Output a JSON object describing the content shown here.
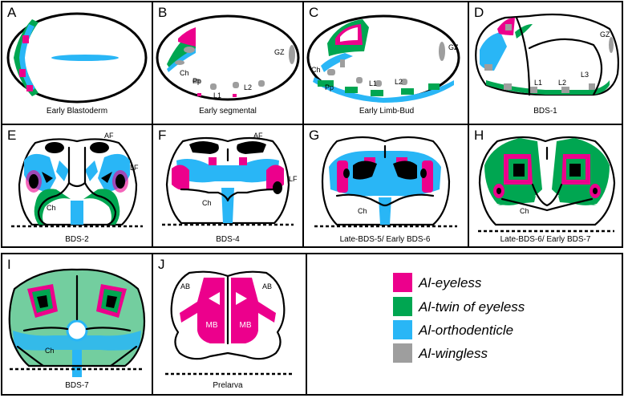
{
  "panels": [
    {
      "letter": "A",
      "caption": "Early Blastoderm"
    },
    {
      "letter": "B",
      "caption": "Early segmental",
      "labels": [
        "GZ",
        "Ch",
        "Pp",
        "L1",
        "L2"
      ]
    },
    {
      "letter": "C",
      "caption": "Early Limb-Bud",
      "labels": [
        "GZ",
        "Ch",
        "Pp",
        "L1",
        "L2"
      ]
    },
    {
      "letter": "D",
      "caption": "BDS-1",
      "labels": [
        "GZ",
        "L1",
        "L2",
        "L3"
      ]
    },
    {
      "letter": "E",
      "caption": "BDS-2",
      "labels": [
        "AF",
        "LF",
        "Ch"
      ]
    },
    {
      "letter": "F",
      "caption": "BDS-4",
      "labels": [
        "AF",
        "LF",
        "Ch"
      ]
    },
    {
      "letter": "G",
      "caption": "Late-BDS-5/ Early BDS-6",
      "labels": [
        "Ch"
      ]
    },
    {
      "letter": "H",
      "caption": "Late-BDS-6/ Early BDS-7",
      "labels": [
        "Ch"
      ]
    },
    {
      "letter": "I",
      "caption": "BDS-7",
      "labels": [
        "Ch"
      ]
    },
    {
      "letter": "J",
      "caption": "Prelarva",
      "labels": [
        "AB",
        "AB",
        "MB",
        "MB"
      ]
    }
  ],
  "legend": [
    {
      "label": "Al-eyeless",
      "color": "#ec008c"
    },
    {
      "label": "Al-twin of eyeless",
      "color": "#00a651"
    },
    {
      "label": "Al-orthodenticle",
      "color": "#29b6f6"
    },
    {
      "label": "Al-wingless",
      "color": "#9e9e9e"
    }
  ]
}
